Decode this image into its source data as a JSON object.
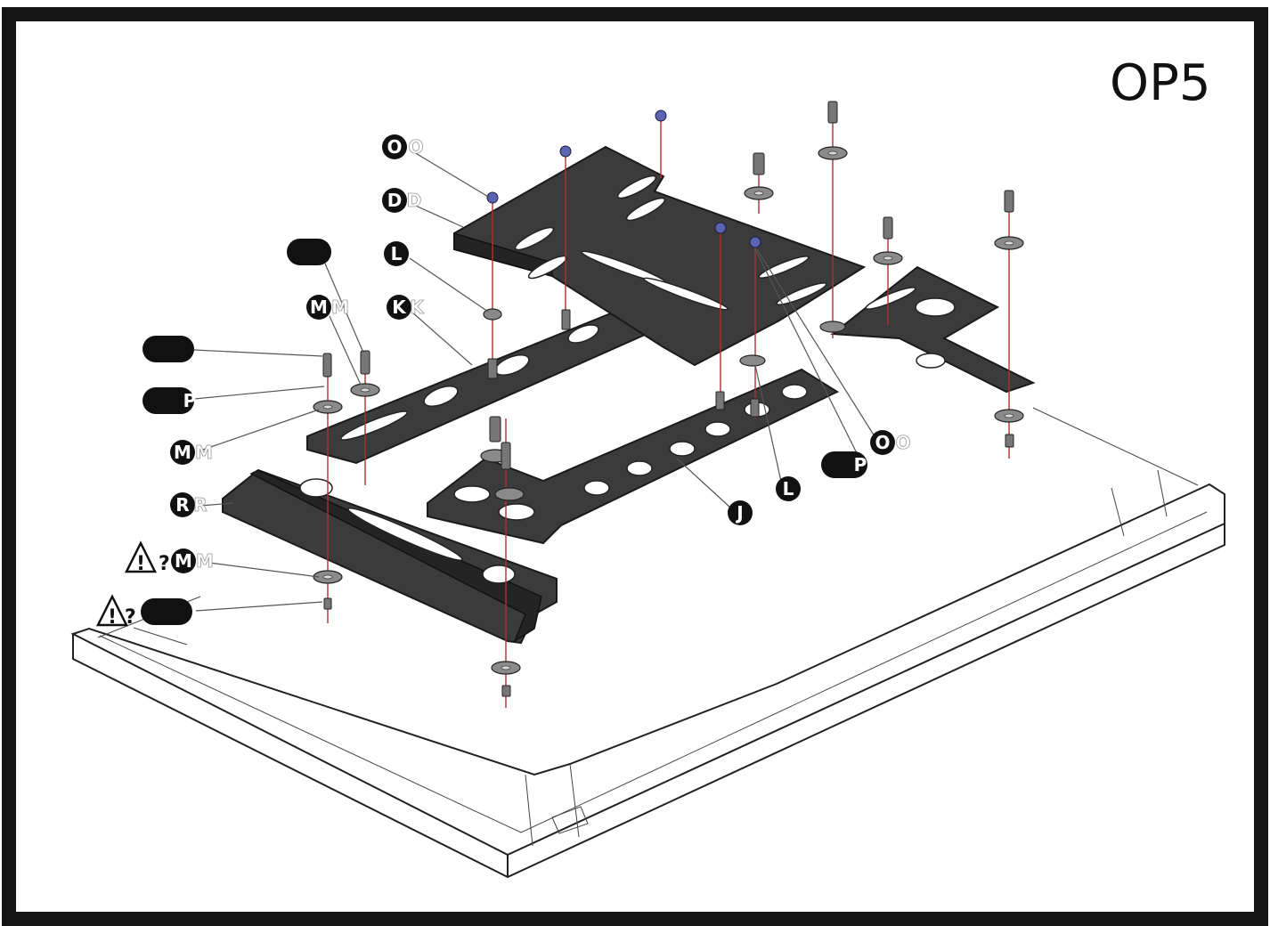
{
  "title": "OP5",
  "callouts": [
    {
      "id": "o-top",
      "letter": "O",
      "ghost": "O"
    },
    {
      "id": "d",
      "letter": "D",
      "ghost": "D"
    },
    {
      "id": "l-top",
      "letter": "L",
      "ghost": ""
    },
    {
      "id": "k",
      "letter": "K",
      "ghost": "K"
    },
    {
      "id": "m-1",
      "letter": "M",
      "ghost": "M"
    },
    {
      "id": "m-2",
      "letter": "M",
      "ghost": "M"
    },
    {
      "id": "r",
      "letter": "R",
      "ghost": "R"
    },
    {
      "id": "m-3",
      "letter": "M",
      "ghost": "M"
    },
    {
      "id": "o-right",
      "letter": "O",
      "ghost": "O"
    },
    {
      "id": "l-right",
      "letter": "L",
      "ghost": ""
    },
    {
      "id": "j",
      "letter": "J",
      "ghost": ""
    }
  ],
  "pills": [
    {
      "id": "pill-top",
      "letter": ""
    },
    {
      "id": "pill-left-1",
      "letter": ""
    },
    {
      "id": "pill-left-2",
      "letter": "P"
    },
    {
      "id": "pill-right",
      "letter": "P"
    },
    {
      "id": "pill-bottom",
      "letter": ""
    }
  ],
  "warnings": [
    {
      "id": "warn-1",
      "symbol": "?"
    },
    {
      "id": "warn-2",
      "symbol": "?"
    }
  ],
  "colors": {
    "frame": "#141414",
    "plate": "#3b3b3b",
    "leader_red": "#b03030",
    "nut_blue": "#5a64b0"
  }
}
